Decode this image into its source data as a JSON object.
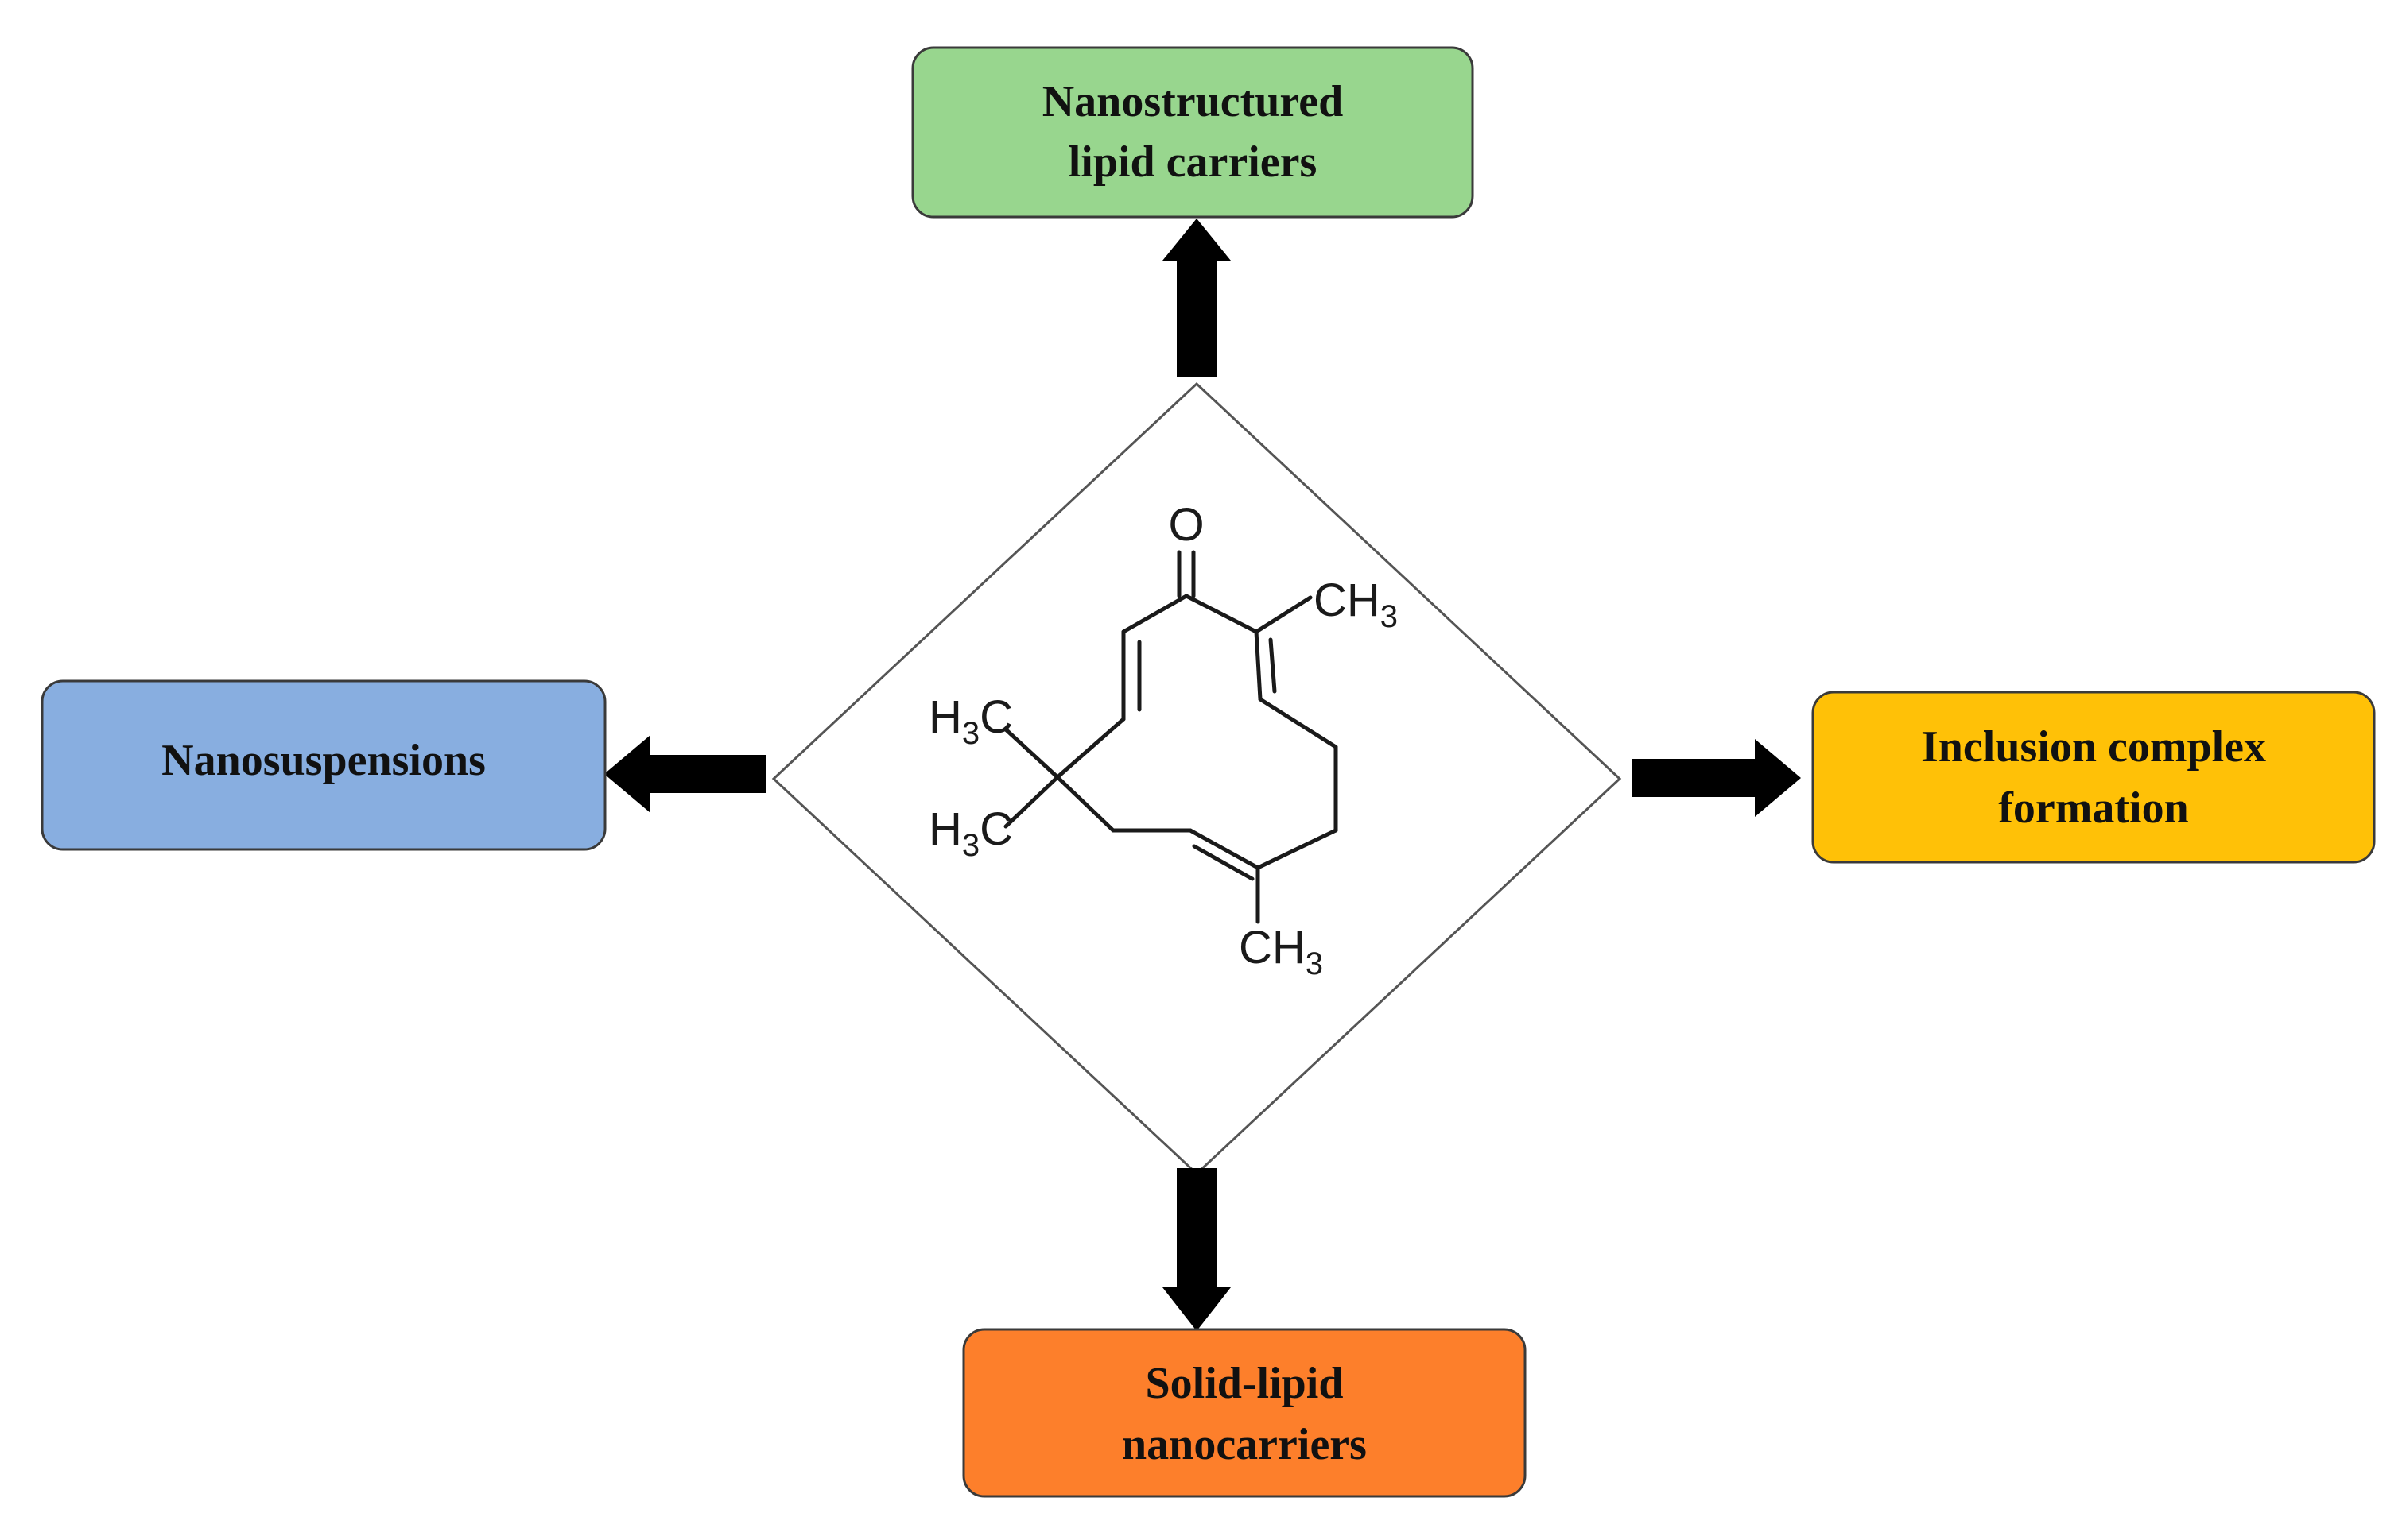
{
  "colors": {
    "top_box": "#98d68e",
    "left_box": "#88aee0",
    "right_box": "#ffc107",
    "bottom_box": "#fd7f2b",
    "box_border": "#3a3a3a",
    "arrow": "#000000",
    "diamond_border": "#555555"
  },
  "nodes": {
    "top": {
      "line1": "Nanostructured",
      "line2": "lipid carriers"
    },
    "left": {
      "line1": "Nanosuspensions"
    },
    "right": {
      "line1": "Inclusion complex",
      "line2": "formation"
    },
    "bottom": {
      "line1": "Solid-lipid",
      "line2": "nanocarriers"
    }
  },
  "molecule": {
    "oxygen": "O",
    "methyl_base": "CH",
    "methyl_sub": "3",
    "h3c_h": "H",
    "h3c_sub": "3",
    "h3c_c": "C"
  }
}
